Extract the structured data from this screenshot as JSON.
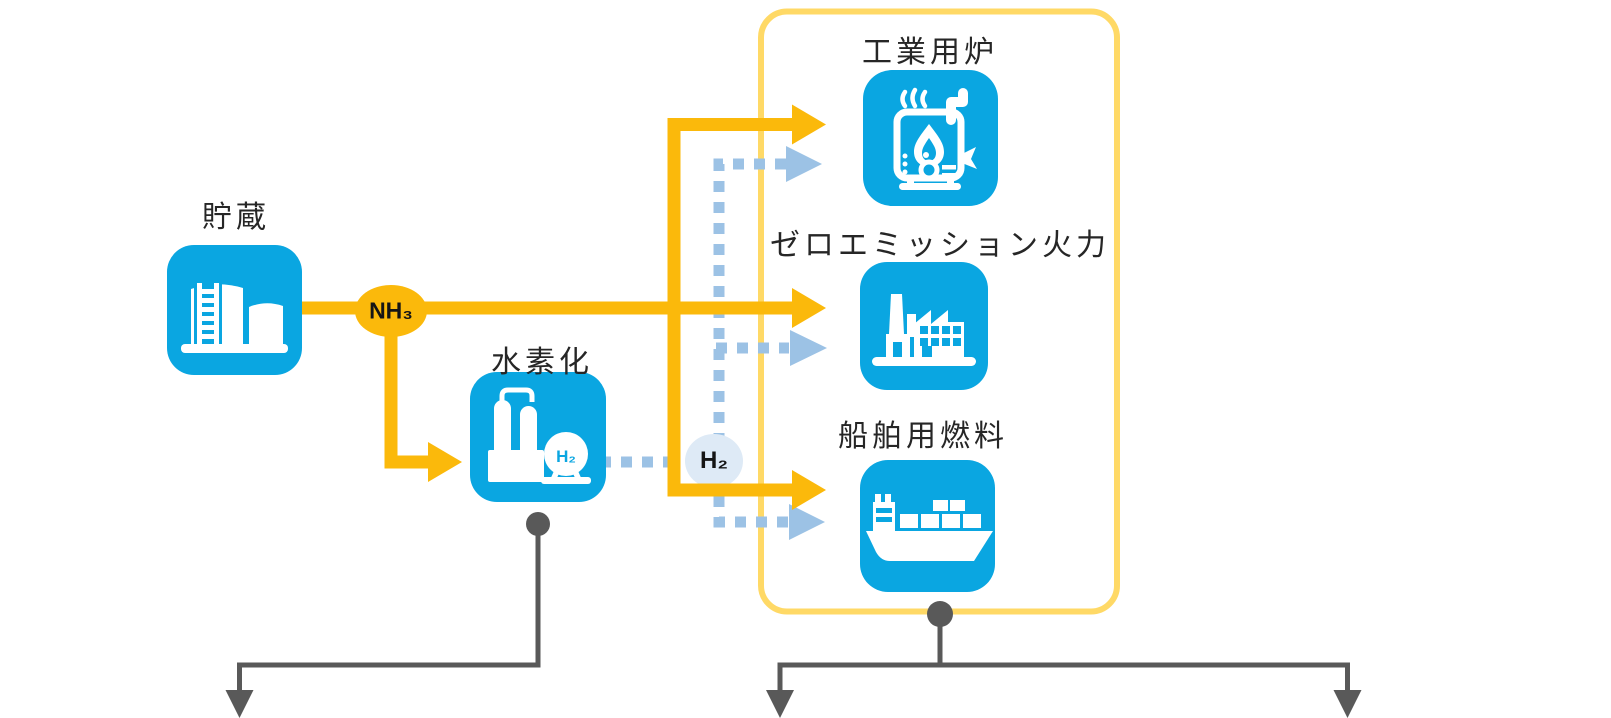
{
  "diagram": {
    "title_visible": false,
    "colors": {
      "icon_blue": "#0AA6E1",
      "nh3_orange": "#FBB90B",
      "use_box_border_yellow": "#FFD966",
      "h2_dashed_blue": "#9CC2E5",
      "h2_badge_fill": "#DEEAF6",
      "connector_gray": "#595959",
      "label_text": "#262626"
    },
    "nodes": {
      "storage": {
        "label": "貯蔵",
        "icon": "storage-tanks-icon"
      },
      "hydrogenation": {
        "label": "水素化",
        "icon": "hydrogenation-plant-icon"
      },
      "industrial_furnace": {
        "label": "工業用炉",
        "icon": "industrial-furnace-icon"
      },
      "zero_emission_thermal": {
        "label": "ゼロエミッション火力",
        "icon": "thermal-power-plant-icon"
      },
      "marine_fuel": {
        "label": "船舶用燃料",
        "icon": "container-ship-icon"
      }
    },
    "flows": {
      "nh3": {
        "label": "NH₃",
        "style": "solid-orange-arrow",
        "targets": [
          "水素化",
          "工業用炉",
          "ゼロエミッション火力",
          "船舶用燃料"
        ]
      },
      "h2": {
        "label": "H₂",
        "style": "dashed-light-blue-arrow",
        "targets": [
          "工業用炉",
          "ゼロエミッション火力",
          "船舶用燃料"
        ]
      }
    }
  }
}
